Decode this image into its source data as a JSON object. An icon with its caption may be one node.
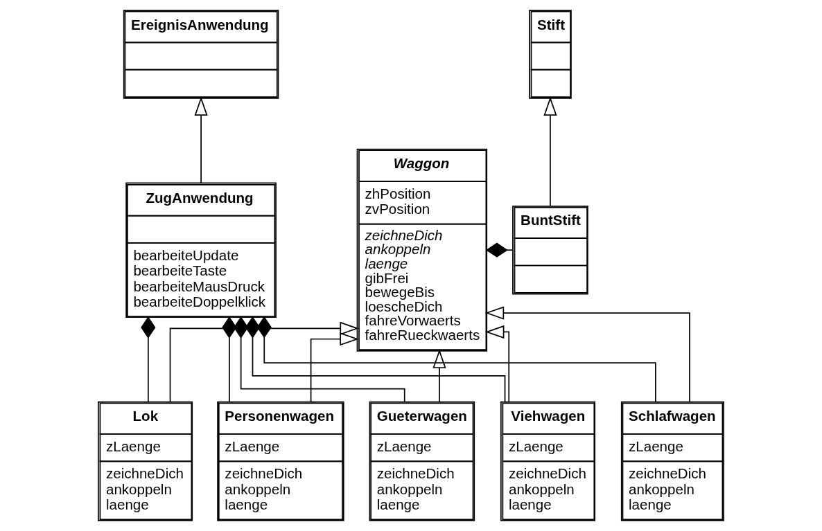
{
  "diagram": {
    "nodes": [
      {
        "text": [
          "EreignisAnwendung"
        ]
      },
      {
        "text": [
          "Stift"
        ]
      },
      {
        "text": [
          "Waggon",
          "zhPosition zvPosition",
          "*zeichneDich* *ankoppeln* *laenge* gibFrei bewegeBis loescheDich fahreVorwaerts fahreRueckwaerts"
        ]
      },
      {
        "text": [
          "ZugAnwendung",
          "bearbeiteUpdate bearbeiteTaste bearbeiteMausDruck bearbeiteDoppelklick"
        ]
      },
      {
        "text": [
          "BuntStift"
        ]
      },
      {
        "text": [
          "Lok",
          "zLaenge",
          "zeichneDich ankoppeln laenge"
        ]
      },
      {
        "text": [
          "Personenwagen",
          "zLaenge",
          "zeichneDich ankoppeln laenge"
        ]
      },
      {
        "text": [
          "Gueterwagen",
          "zLaenge",
          "zeichneDich ankoppeln laenge"
        ]
      },
      {
        "text": [
          "Viehwagen",
          "zLaenge",
          "zeichneDich ankoppeln laenge"
        ]
      },
      {
        "text": [
          "Schlafwagen",
          "zLaenge",
          "zeichneDich ankoppeln laenge"
        ]
      }
    ],
    "edges": [
      {
        "from": 3,
        "to": 0,
        "arrow": "to"
      },
      {
        "from": 4,
        "to": 1,
        "arrow": "to"
      },
      {
        "from": 2,
        "to": 4,
        "arrow": "other"
      },
      {
        "from": 5,
        "to": 2,
        "arrow": "to"
      },
      {
        "from": 6,
        "to": 2,
        "arrow": "to"
      },
      {
        "from": 7,
        "to": 2,
        "arrow": "to"
      },
      {
        "from": 8,
        "to": 2,
        "arrow": "to"
      },
      {
        "from": 9,
        "to": 2,
        "arrow": "to"
      },
      {
        "from": 3,
        "to": 5,
        "arrow": "other"
      },
      {
        "from": 3,
        "to": 6,
        "arrow": "other"
      },
      {
        "from": 3,
        "to": 7,
        "arrow": "other"
      },
      {
        "from": 3,
        "to": 8,
        "arrow": "other"
      },
      {
        "from": 3,
        "to": 9,
        "arrow": "other"
      }
    ]
  }
}
